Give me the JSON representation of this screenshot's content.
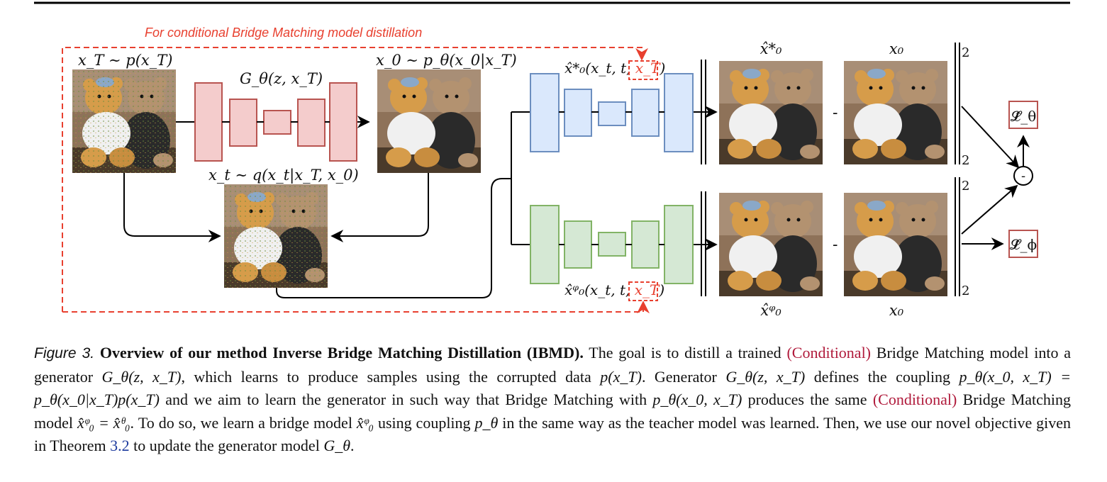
{
  "figure": {
    "annotation": "For conditional Bridge Matching model distillation",
    "labels": {
      "xT_prior": "x_T ∼ p(x_T)",
      "generator": "G_θ(z, x_T)",
      "x0_sample": "x_0 ∼ p_θ(x_0|x_T)",
      "xt_sample": "x_t ∼ q(x_t|x_T, x_0)",
      "teacher_prefix": "x̂*₀(x_t, t, ",
      "teacher_suffix": ")",
      "teacher_cond": "x_T",
      "student_prefix": "x̂ᵠ₀(x_t, t, ",
      "student_suffix": ")",
      "student_cond": "x_T",
      "out_top_a": "x̂*₀",
      "out_top_b": "x₀",
      "out_bot_a": "x̂ᵠ₀",
      "out_bot_b": "x₀",
      "minus_sign": "-",
      "norm_exp": "2",
      "circle_minus": "-",
      "loss_theta": "𝓛̂_θ",
      "loss_phi": "𝓛̂_ϕ"
    },
    "colors": {
      "generator_fill": "#f4cccc",
      "generator_stroke": "#b85450",
      "teacher_fill": "#dae8fc",
      "teacher_stroke": "#6c8ebf",
      "student_fill": "#d5e8d4",
      "student_stroke": "#82b366",
      "annotation": "#e8402f",
      "loss_box": "#b85450"
    }
  },
  "caption": {
    "label": "Figure 3.",
    "title": "Overview of our method Inverse Bridge Matching Distillation (IBMD).",
    "t1": "The goal is to distill a trained",
    "cond1": "(Conditional)",
    "t2": "Bridge Matching model into a generator",
    "m_gen": "G_θ(z, x_T)",
    "t3": ", which learns to produce samples using the corrupted data",
    "m_pxT": "p(x_T)",
    "t4": ". Generator",
    "m_gen2": "G_θ(z, x_T)",
    "t5": "defines the coupling",
    "m_coupling": "p_θ(x_0, x_T) = p_θ(x_0|x_T)p(x_T)",
    "t6": "and we aim to learn the generator in such way that Bridge Matching with",
    "m_pjoint": "p_θ(x_0, x_T)",
    "t7": "produces the same",
    "cond2": "(Conditional)",
    "t8": "Bridge Matching model",
    "m_eq": "x̂ᵠ₀ = x̂ᶿ₀",
    "t9": ". To do so, we learn a bridge model",
    "m_student": "x̂ᵠ₀",
    "t10": "using coupling",
    "m_ptheta": "p_θ",
    "t11": "in the same way as the teacher model was learned. Then, we use our novel objective given in Theorem",
    "theorem_ref": "3.2",
    "t12": "to update the generator model",
    "m_Gtheta": "G_θ",
    "t13": "."
  }
}
